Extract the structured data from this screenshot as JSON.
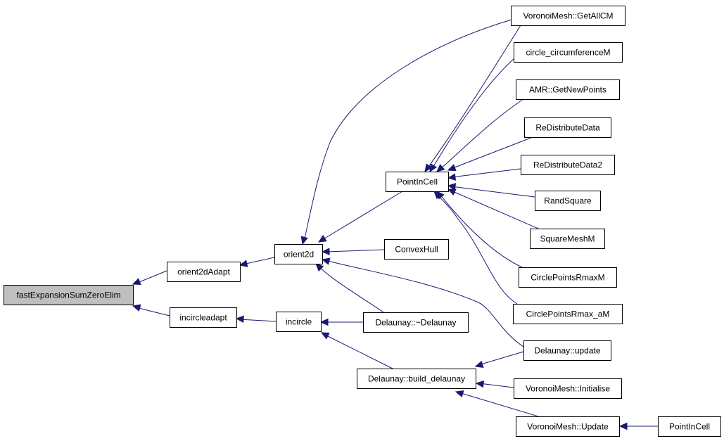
{
  "diagram": {
    "colors": {
      "node_fill": "#ffffff",
      "root_fill": "#bfbfbf",
      "node_stroke": "#000000",
      "edge": "#191970"
    },
    "nodes": {
      "root": "fastExpansionSumZeroElim",
      "orient2dadapt": "orient2dAdapt",
      "incircleadapt": "incircleadapt",
      "orient2d": "orient2d",
      "incircle": "incircle",
      "pointincell": "PointInCell",
      "convexhull": "ConvexHull",
      "delaunay_dtor": "Delaunay::~Delaunay",
      "build_delaunay": "Delaunay::build_delaunay",
      "getallcm": "VoronoiMesh::GetAllCM",
      "circle_circ": "circle_circumferenceM",
      "amr_getnew": "AMR::GetNewPoints",
      "redistribute": "ReDistributeData",
      "redistribute2": "ReDistributeData2",
      "randsquare": "RandSquare",
      "squaremesh": "SquareMeshM",
      "circlepoints": "CirclePointsRmaxM",
      "circlepoints_a": "CirclePointsRmax_aM",
      "delaunay_update": "Delaunay::update",
      "voronoi_init": "VoronoiMesh::Initialise",
      "voronoi_update": "VoronoiMesh::Update",
      "pointincell2": "PointInCell"
    },
    "edges": [
      [
        "orient2dadapt",
        "root"
      ],
      [
        "incircleadapt",
        "root"
      ],
      [
        "orient2d",
        "orient2dadapt"
      ],
      [
        "incircle",
        "incircleadapt"
      ],
      [
        "pointincell",
        "orient2d"
      ],
      [
        "convexhull",
        "orient2d"
      ],
      [
        "delaunay_dtor",
        "orient2d"
      ],
      [
        "delaunay_update",
        "orient2d"
      ],
      [
        "getallcm",
        "orient2d"
      ],
      [
        "delaunay_dtor",
        "incircle"
      ],
      [
        "build_delaunay",
        "incircle"
      ],
      [
        "getallcm",
        "pointincell"
      ],
      [
        "circle_circ",
        "pointincell"
      ],
      [
        "amr_getnew",
        "pointincell"
      ],
      [
        "redistribute",
        "pointincell"
      ],
      [
        "redistribute2",
        "pointincell"
      ],
      [
        "randsquare",
        "pointincell"
      ],
      [
        "squaremesh",
        "pointincell"
      ],
      [
        "circlepoints",
        "pointincell"
      ],
      [
        "circlepoints_a",
        "pointincell"
      ],
      [
        "delaunay_update",
        "build_delaunay"
      ],
      [
        "voronoi_init",
        "build_delaunay"
      ],
      [
        "voronoi_update",
        "build_delaunay"
      ],
      [
        "pointincell2",
        "voronoi_update"
      ]
    ]
  }
}
